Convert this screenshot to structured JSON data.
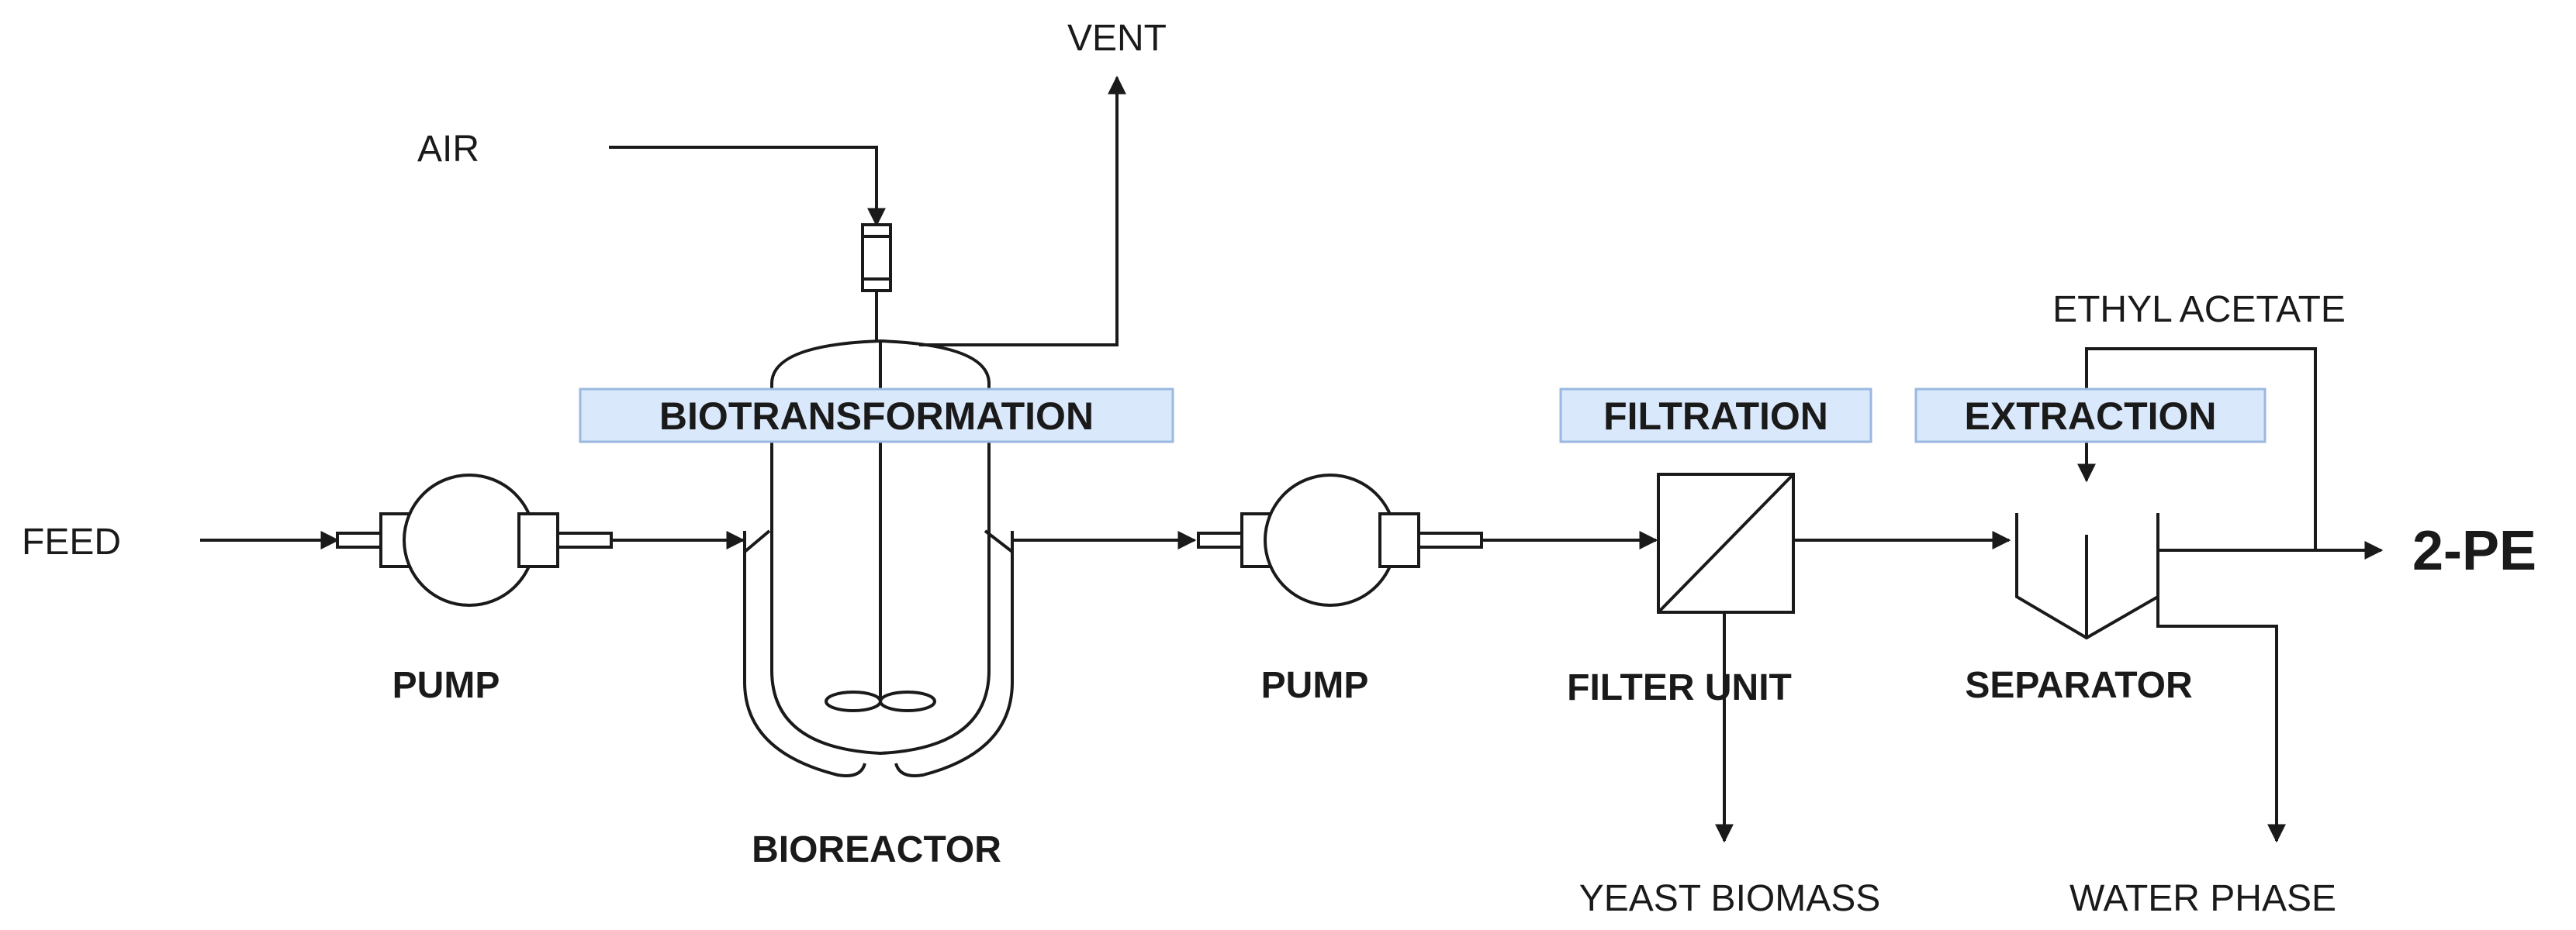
{
  "streams": {
    "feed": "FEED",
    "air": "AIR",
    "vent": "VENT",
    "ethyl_acetate": "ETHYL ACETATE",
    "yeast_biomass": "YEAST BIOMASS",
    "water_phase": "WATER PHASE",
    "product": "2-PE"
  },
  "equipment": {
    "pump_1": "PUMP",
    "bioreactor": "BIOREACTOR",
    "pump_2": "PUMP",
    "filter_unit": "FILTER UNIT",
    "separator": "SEPARATOR"
  },
  "sections": {
    "biotransformation": "BIOTRANSFORMATION",
    "filtration": "FILTRATION",
    "extraction": "EXTRACTION"
  },
  "colors": {
    "section_fill": "#dae8fc",
    "section_border": "#9ab8e0",
    "line": "#1a1a1a"
  }
}
